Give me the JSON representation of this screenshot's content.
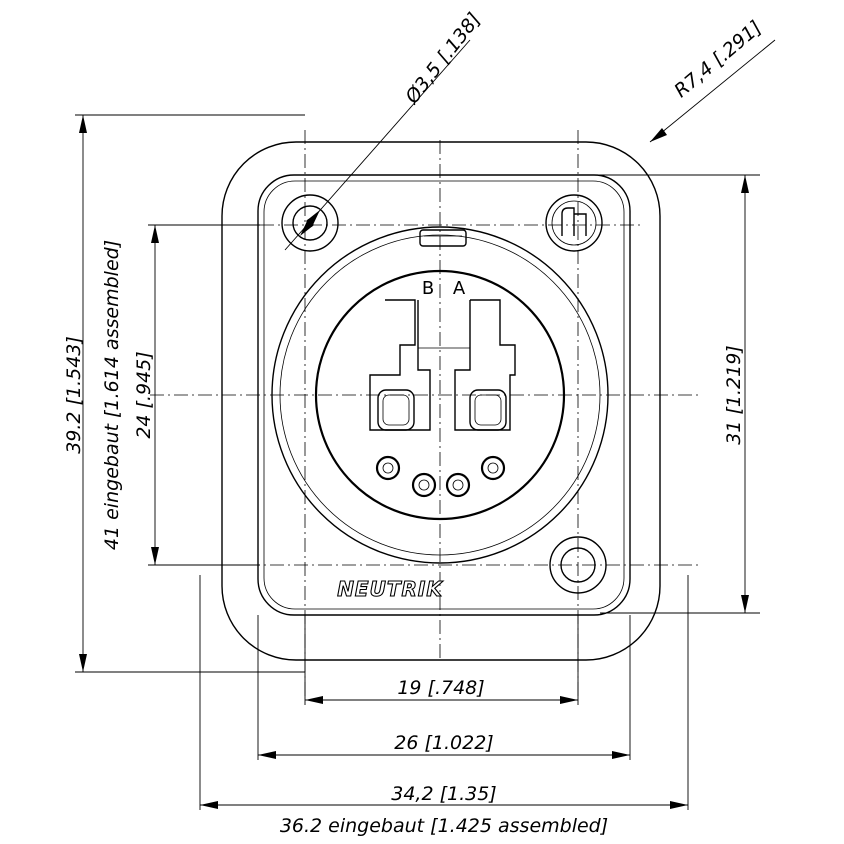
{
  "brand": "NEUTRIK",
  "pins": {
    "left": "B",
    "right": "A"
  },
  "dimensions": {
    "hole_diameter": "Ø3,5 [.138]",
    "corner_radius": "R7,4 [.291]",
    "height_outer": "39.2 [1.543]",
    "height_assembled": "41 eingebaut [1.614 assembled]",
    "height_inner": "24 [.945]",
    "height_holes": "31 [1.219]",
    "width_holes": "19 [.748]",
    "width_panel": "26 [1.022]",
    "width_outer": "34,2 [1.35]",
    "width_assembled": "36.2 eingebaut [1.425 assembled]"
  }
}
